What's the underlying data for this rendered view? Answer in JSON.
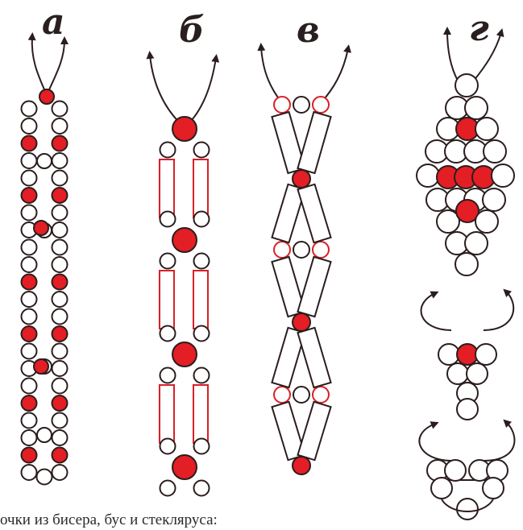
{
  "panels": {
    "a": {
      "label": "а"
    },
    "b": {
      "label": "б"
    },
    "v": {
      "label": "в"
    },
    "g": {
      "label": "г"
    }
  },
  "caption": "очки из бисера, бус и стекляруса:",
  "colors": {
    "bead_red": "#e31e24",
    "bead_outline": "#2b1d1d",
    "bugle_outline_red": "#d82027",
    "thread": "#2b1d1d",
    "background": "#ffffff"
  }
}
